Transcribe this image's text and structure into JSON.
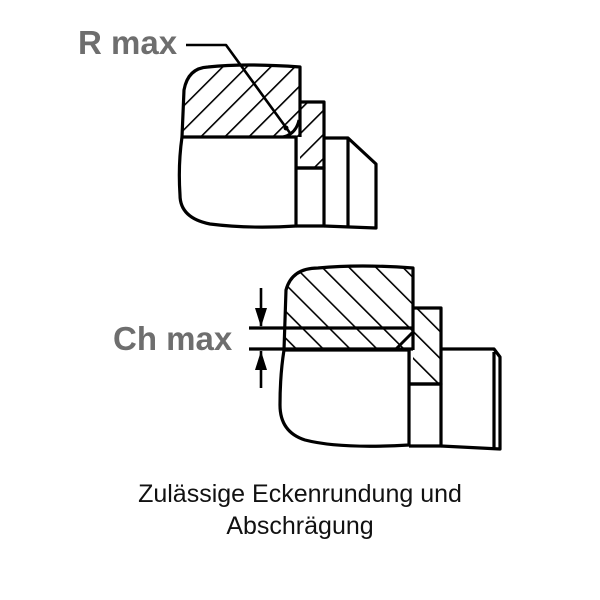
{
  "labels": {
    "r_max": "R max",
    "ch_max": "Ch max"
  },
  "caption": {
    "line1": "Zulässige Eckenrundung und",
    "line2": "Abschrägung"
  },
  "colors": {
    "line": "#000000",
    "label_gray": "#6e6e6e",
    "caption": "#111111",
    "background": "#ffffff"
  },
  "figures": [
    {
      "id": "corner-radius",
      "description": "Bearing ring on shaft with rounded corner, max radius R max"
    },
    {
      "id": "corner-chamfer",
      "description": "Bearing ring on shaft with chamfered corner, max chamfer Ch max"
    }
  ]
}
